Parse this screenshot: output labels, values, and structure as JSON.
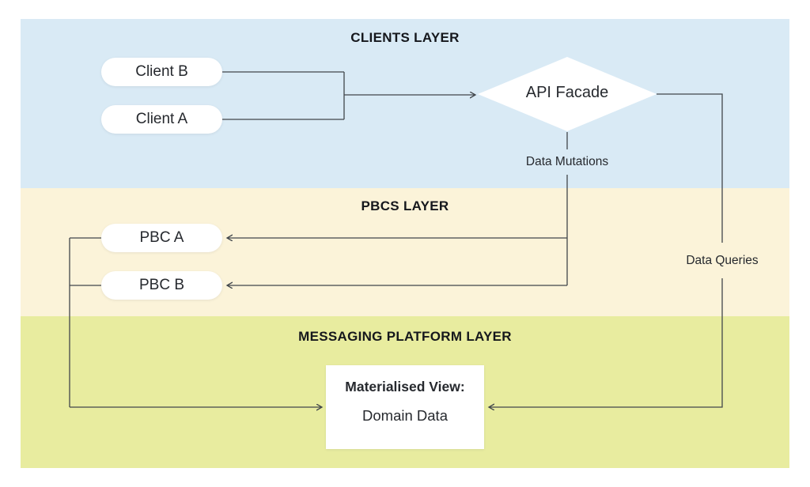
{
  "colors": {
    "clients_bg": "#d9eaf5",
    "pbcs_bg": "#fbf3d9",
    "messaging_bg": "#e8ec9f",
    "node_bg": "#ffffff",
    "line": "#41464b",
    "text": "#26292e",
    "title": "#15171c"
  },
  "layers": {
    "clients": {
      "title": "CLIENTS LAYER"
    },
    "pbcs": {
      "title": "PBCS LAYER"
    },
    "messaging": {
      "title": "MESSAGING PLATFORM LAYER"
    }
  },
  "nodes": {
    "client_b": {
      "label": "Client B",
      "shape": "pill"
    },
    "client_a": {
      "label": "Client A",
      "shape": "pill"
    },
    "api_facade": {
      "label": "API Facade",
      "shape": "diamond"
    },
    "pbc_a": {
      "label": "PBC A",
      "shape": "pill"
    },
    "pbc_b": {
      "label": "PBC B",
      "shape": "pill"
    },
    "materialised_view": {
      "title": "Materialised View:",
      "subtitle": "Domain Data",
      "shape": "rectangle"
    }
  },
  "edge_labels": {
    "data_mutations": "Data Mutations",
    "data_queries": "Data Queries"
  },
  "edges": [
    {
      "from": "client_b",
      "to": "api_facade",
      "label": ""
    },
    {
      "from": "client_a",
      "to": "api_facade",
      "label": ""
    },
    {
      "from": "api_facade",
      "to": "pbc_a",
      "label": "Data Mutations"
    },
    {
      "from": "api_facade",
      "to": "pbc_b",
      "label": "Data Mutations"
    },
    {
      "from": "api_facade",
      "to": "materialised_view",
      "label": "Data Queries"
    },
    {
      "from": "pbc_a",
      "to": "materialised_view",
      "label": ""
    },
    {
      "from": "pbc_b",
      "to": "materialised_view",
      "label": ""
    }
  ]
}
